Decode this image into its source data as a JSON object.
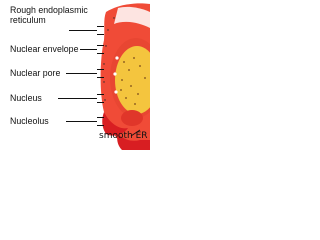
{
  "labels": {
    "rough_er": [
      "Rough endoplasmic",
      "reticulum"
    ],
    "nuclear_envelope": "Nuclear envelope",
    "nuclear_pore": "Nuclear pore",
    "nucleus": "Nucleus",
    "nucleolus": "Nucleolus",
    "smooth_er": "smooth ER"
  },
  "colors": {
    "rough_er": "#f04b37",
    "smooth_er": "#d81e22",
    "nucleus": "#f4c53e",
    "nuclear_dots": "#7a4a1a",
    "line": "#111111"
  }
}
